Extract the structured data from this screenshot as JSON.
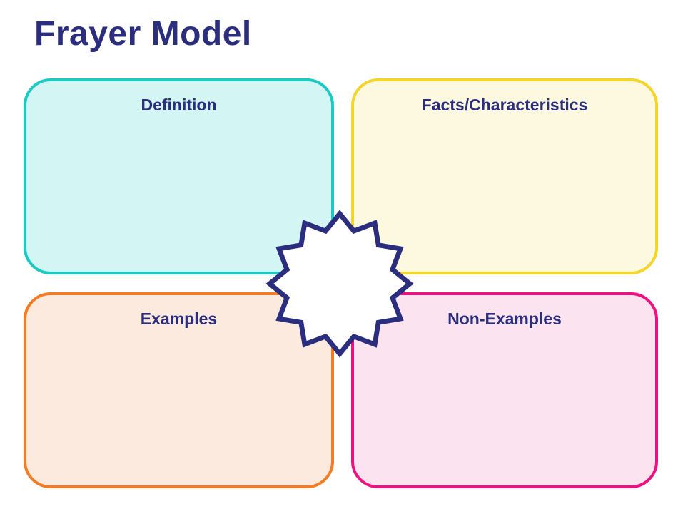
{
  "title": "Frayer Model",
  "title_color": "#2b2d7e",
  "quadrants": [
    {
      "id": "definition",
      "label": "Definition",
      "border_color": "#1fc9c3",
      "fill_color": "#d3f6f4"
    },
    {
      "id": "facts",
      "label": "Facts/Characteristics",
      "border_color": "#f4d52c",
      "fill_color": "#fdf9e0"
    },
    {
      "id": "examples",
      "label": "Examples",
      "border_color": "#f57c26",
      "fill_color": "#fceade"
    },
    {
      "id": "non-examples",
      "label": "Non-Examples",
      "border_color": "#ee1280",
      "fill_color": "#fbe3ef"
    }
  ],
  "center": {
    "icon": "starburst-icon",
    "border_color": "#2b2d7e",
    "fill_color": "#ffffff",
    "points": 12
  }
}
